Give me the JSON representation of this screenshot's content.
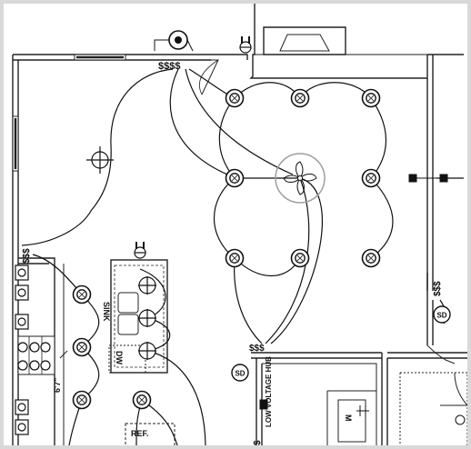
{
  "plan": {
    "labels": {
      "sink": "SINK",
      "dishwasher": "DW",
      "refrigerator": "REF.",
      "low_voltage_hub": "LOW VOLTAGE HUB",
      "dimension": "6'7\"",
      "switch_bank": "$$$$",
      "switch_bank_center": "$$$",
      "switch_bank_right": "$$$",
      "smoke_detector": "SD",
      "microwave": "M"
    },
    "colors": {
      "line": "#111111",
      "wall": "#222222",
      "fan": "#9e9e9e",
      "frame": "#d9d9d9"
    },
    "symbols": [
      "recessed-light-icon",
      "ceiling-fan-icon",
      "pendant-light-icon",
      "smoke-detector-icon",
      "switch-icon",
      "receptacle-icon",
      "duplex-outlet-icon"
    ]
  }
}
